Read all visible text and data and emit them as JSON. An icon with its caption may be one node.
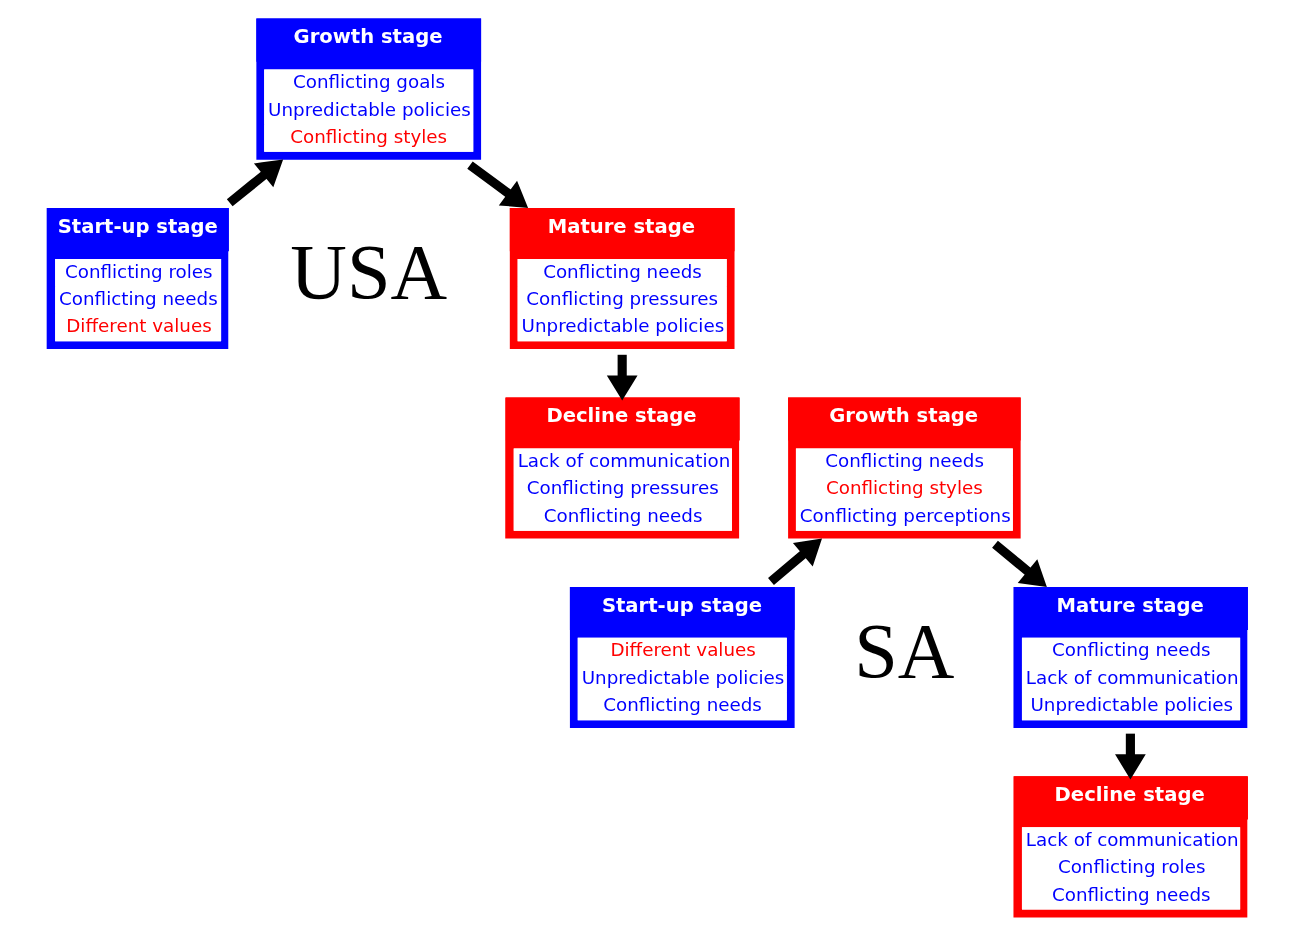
{
  "diagram": {
    "nodes": [
      {
        "text": [
          "Growth stage",
          "Conflicting goals",
          "Unpredictable policies",
          "Conflicting styles"
        ]
      },
      {
        "text": [
          "Start-up stage",
          "Conflicting roles",
          "Conflicting needs",
          "Different values"
        ]
      },
      {
        "text": [
          "Mature stage",
          "Conflicting needs",
          "Conflicting pressures",
          "Unpredictable policies"
        ]
      },
      {
        "text": [
          "Decline stage",
          "Lack of communication",
          "Conflicting pressures",
          "Conflicting needs"
        ]
      },
      {
        "text": [
          "Growth stage",
          "Conflicting needs",
          "Conflicting styles",
          "Conflicting perceptions"
        ]
      },
      {
        "text": [
          "Start-up stage",
          "Different values",
          "Unpredictable policies",
          "Conflicting needs"
        ]
      },
      {
        "text": [
          "Mature stage",
          "Conflicting needs",
          "Lack of communication",
          "Unpredictable policies"
        ]
      },
      {
        "text": [
          "Decline stage",
          "Lack of communication",
          "Conflicting roles",
          "Conflicting needs"
        ]
      }
    ],
    "edges": [
      {
        "from": 1,
        "to": 0,
        "arrow": "to"
      },
      {
        "from": 0,
        "to": 2,
        "arrow": "to"
      },
      {
        "from": 2,
        "to": 3,
        "arrow": "to"
      },
      {
        "from": 5,
        "to": 4,
        "arrow": "to"
      },
      {
        "from": 4,
        "to": 6,
        "arrow": "to"
      },
      {
        "from": 6,
        "to": 7,
        "arrow": "to"
      }
    ],
    "labels": [
      "USA",
      "SA"
    ]
  }
}
